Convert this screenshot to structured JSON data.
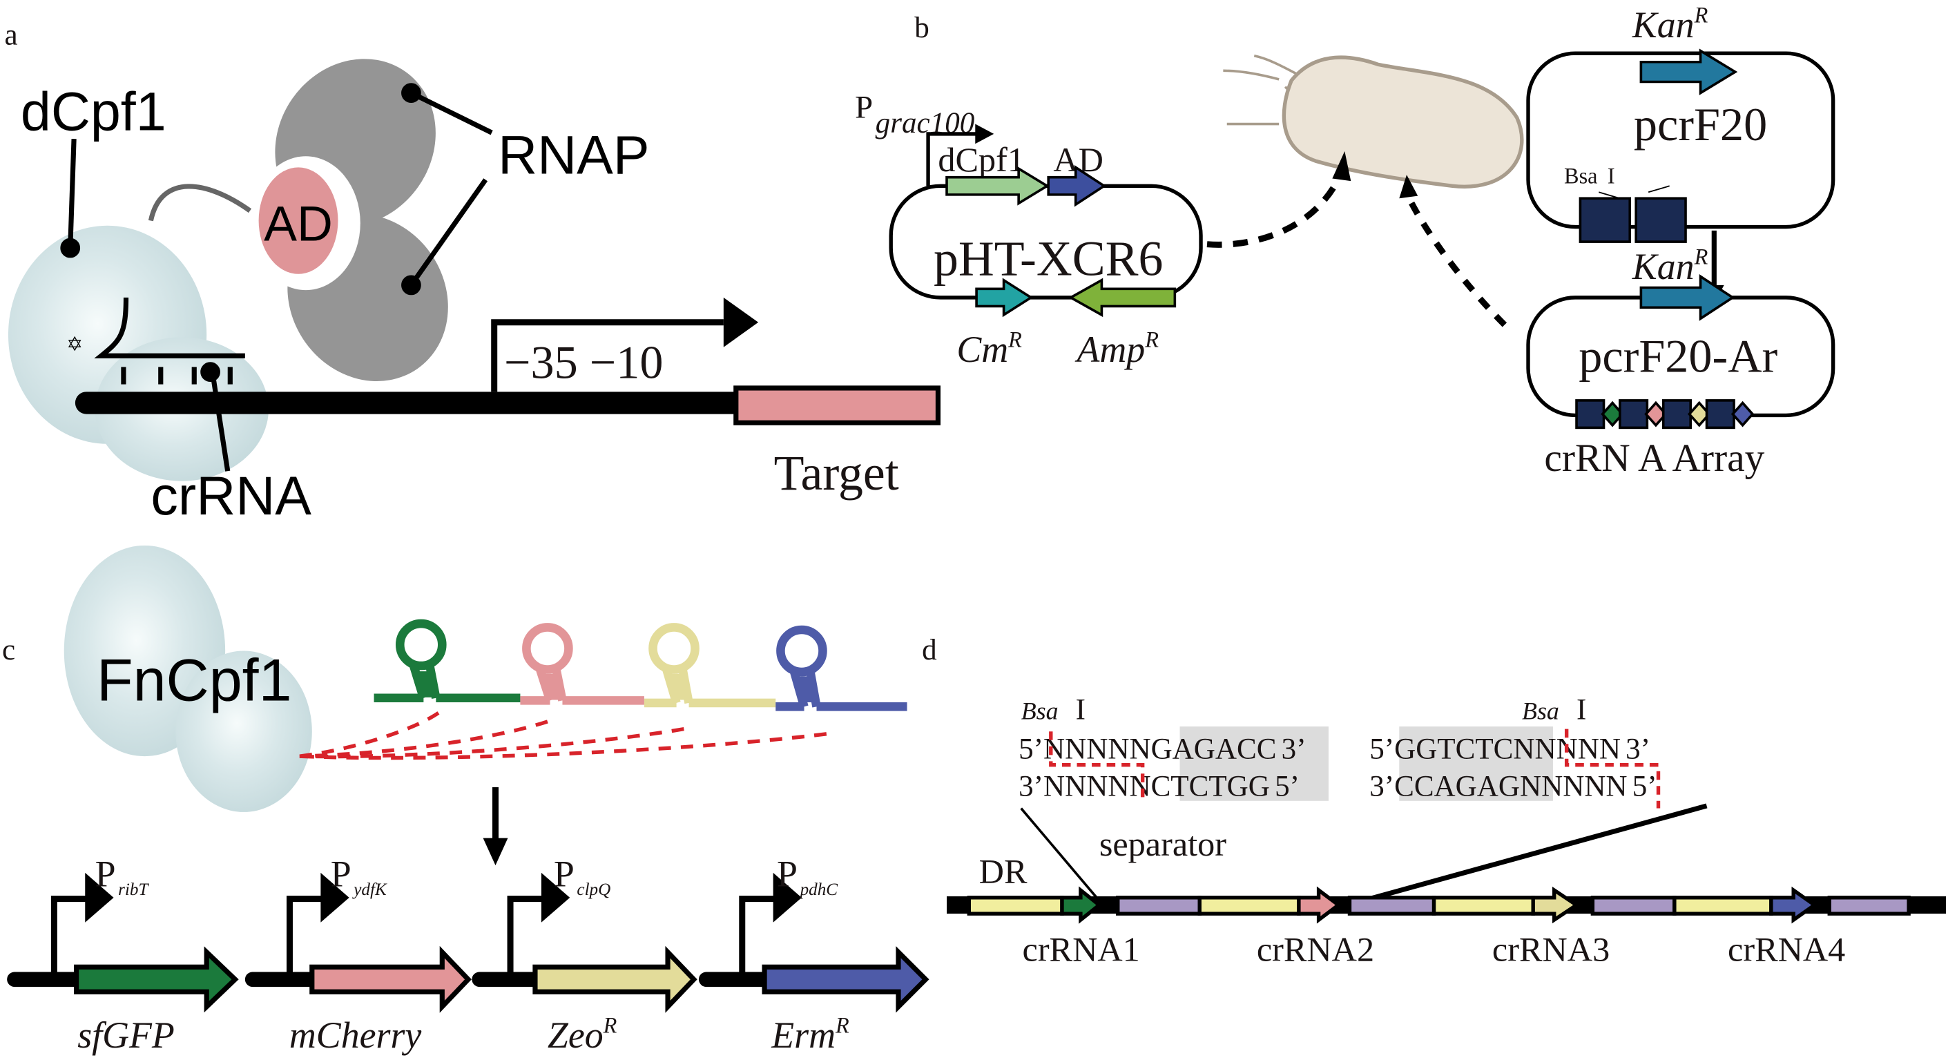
{
  "panels": {
    "a": {
      "letter": "a",
      "dcpf1_label": "dCpf1",
      "rnap_label": "RNAP",
      "ad_label": "AD",
      "crrna_label": "crRNA",
      "promoter_label": "−35 −10",
      "target_label": "Target"
    },
    "b": {
      "letter": "b",
      "promoter": {
        "main": "P",
        "sub": "grac100"
      },
      "gene_dcpf1": "dCpf1",
      "gene_ad": "AD",
      "plasmid1_name": "pHT-XCR6",
      "cm": {
        "main": "Cm",
        "sup": "R"
      },
      "amp": {
        "main": "Amp",
        "sup": "R"
      },
      "kan_top": {
        "main": "Kan",
        "sup": "R"
      },
      "plasmid2_name": "pcrF20",
      "bsai_top": {
        "main": "Bsa",
        "suffix": "I"
      },
      "kan_bottom": {
        "main": "Kan",
        "sup": "R"
      },
      "plasmid3_name": "pcrF20-Ar",
      "array_label": "crRN A Array"
    },
    "c": {
      "letter": "c",
      "protein_label": "FnCpf1",
      "cassettes": [
        {
          "promoter": "P",
          "promoter_sub": "ribT",
          "gene": "sfGFP",
          "gene_sup": "",
          "color": "#1b7a3c"
        },
        {
          "promoter": "P",
          "promoter_sub": "ydfK",
          "gene": "mCherry",
          "gene_sup": "",
          "color": "#e29598"
        },
        {
          "promoter": "P",
          "promoter_sub": "clpQ",
          "gene": "Zeo",
          "gene_sup": "R",
          "color": "#e3dc9a"
        },
        {
          "promoter": "P",
          "promoter_sub": "pdhC",
          "gene": "Erm",
          "gene_sup": "R",
          "color": "#4e5ba8"
        }
      ]
    },
    "d": {
      "letter": "d",
      "bsai_left": {
        "main": "Bsa",
        "suffix": "I"
      },
      "bsai_right": {
        "main": "Bsa",
        "suffix": "I"
      },
      "seq_left_top": {
        "prefix": "5’",
        "seq": "NNNNNGAGACC",
        "suffix": "3’"
      },
      "seq_left_bottom": {
        "prefix": "3’",
        "seq": "NNNNNCTCTGG",
        "suffix": "5’"
      },
      "seq_right_top": {
        "prefix": "5’",
        "seq": "GGTCTCNNNNN",
        "suffix": "3’"
      },
      "seq_right_bottom": {
        "prefix": "3’",
        "seq": "CCAGAGNNNNN",
        "suffix": "5’"
      },
      "separator_label": "separator",
      "dr_label": "DR",
      "crrna_labels": [
        "crRNA1",
        "crRNA2",
        "crRNA3",
        "crRNA4"
      ]
    }
  },
  "colors": {
    "protein_blue": "#c9dde0",
    "rnap_gray": "#959595",
    "ad_pink": "#df9598",
    "target_pink": "#e29598",
    "dcpf1_green": "#9ccd92",
    "ad_blue": "#3d4f9e",
    "cm_teal": "#22a3a3",
    "amp_green": "#7fb23a",
    "kan_blue": "#22789e",
    "bsai_navy": "#1a2a52",
    "cell_fill": "#ece4d7",
    "cell_stroke": "#a89c8c",
    "dr_yellow": "#f1ee9e",
    "separator_purple": "#a898c4",
    "dashed_red": "#d8232a",
    "highlight_gray": "#dcdcdc"
  }
}
